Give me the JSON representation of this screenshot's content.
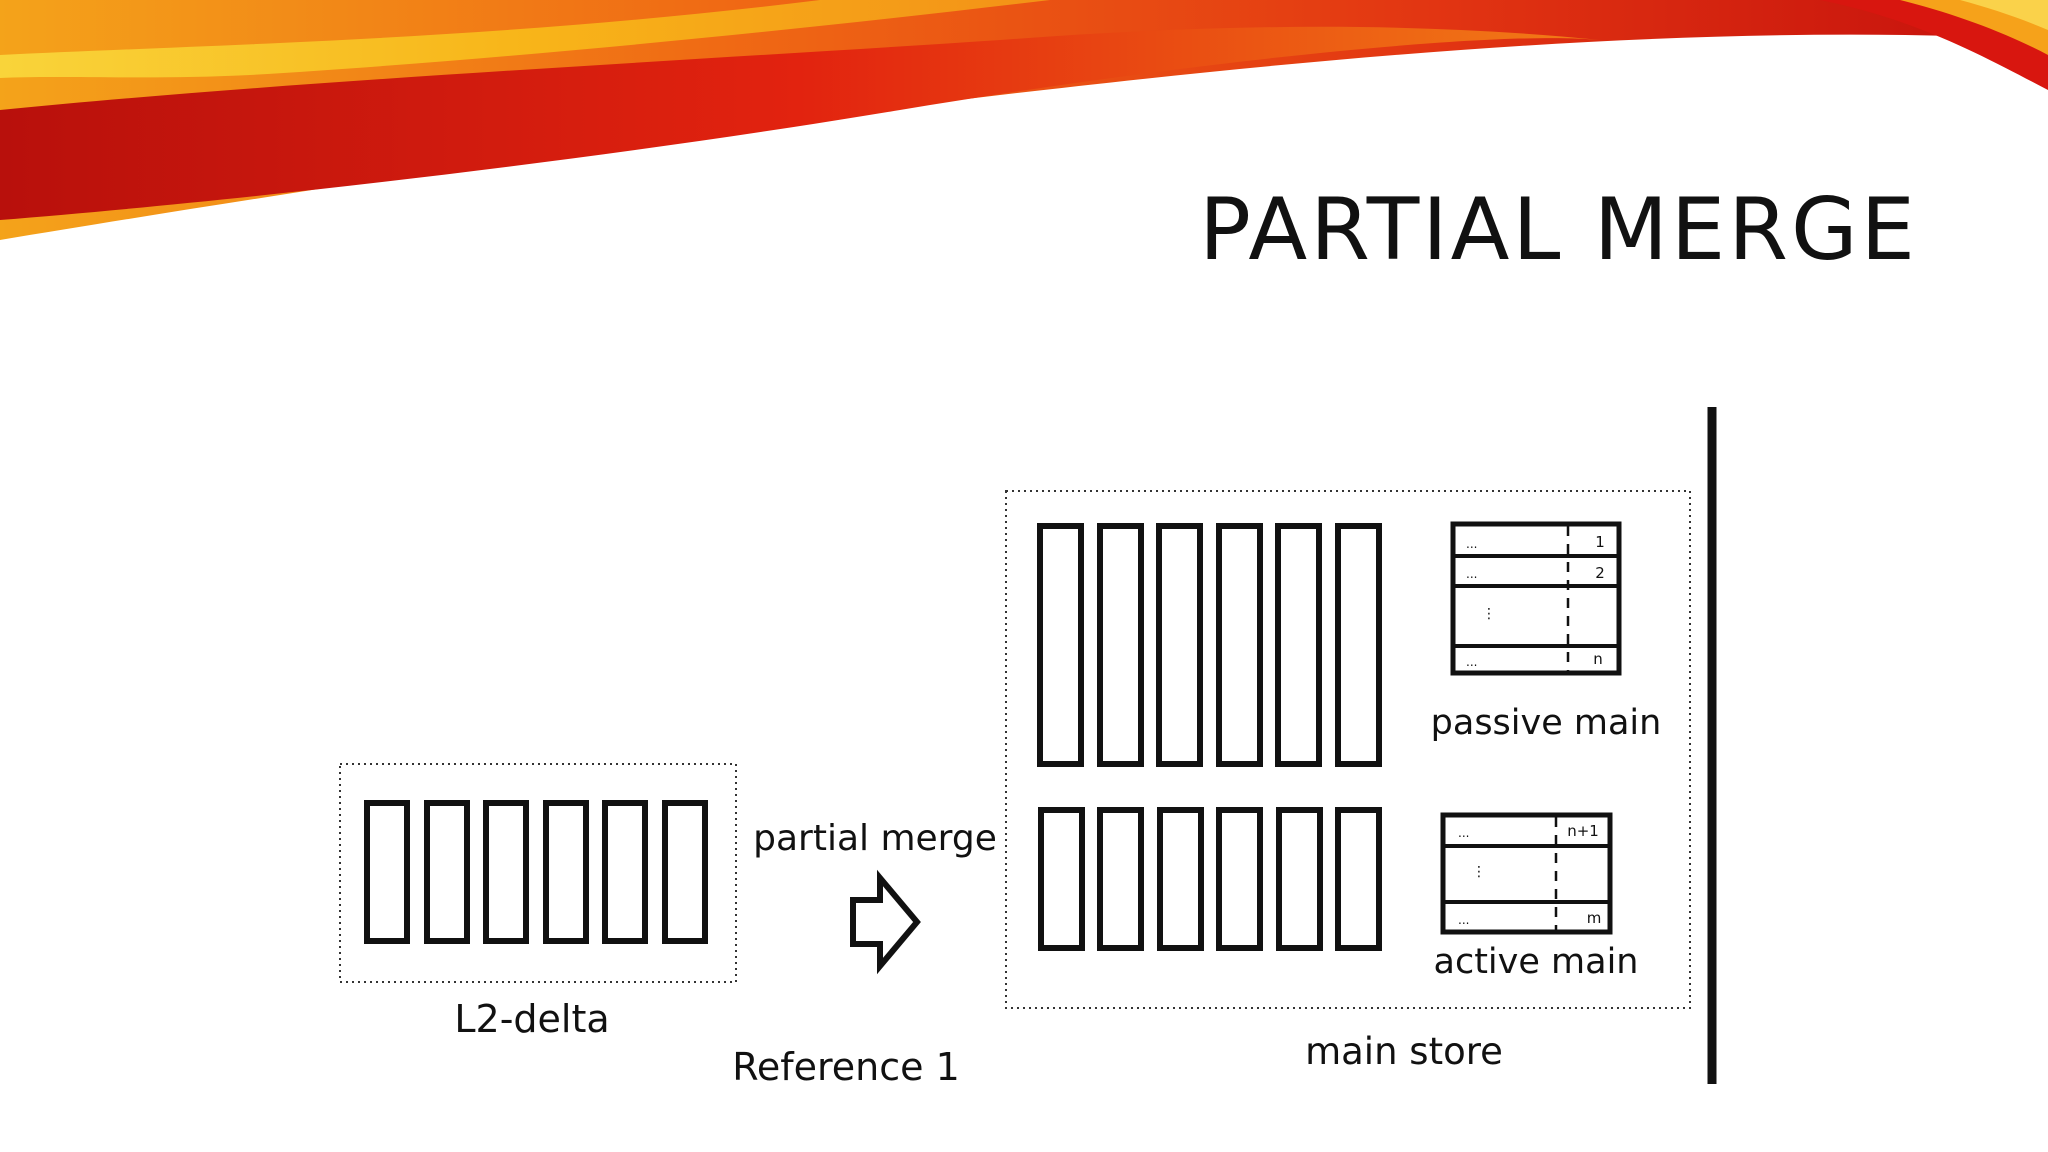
{
  "slide": {
    "title": "PARTIAL MERGE",
    "reference": "Reference 1"
  },
  "diagram": {
    "l2_delta_label": "L2-delta",
    "arrow_label": "partial merge",
    "main_store_label": "main store",
    "passive_main": {
      "label": "passive main",
      "row_labels": [
        "1",
        "2",
        "n"
      ],
      "row_ellipses": [
        "...",
        "...",
        "..."
      ],
      "vertical_ellipsis": "⋮"
    },
    "active_main": {
      "label": "active main",
      "row_labels": [
        "n+1",
        "m"
      ],
      "row_ellipses": [
        "...",
        "..."
      ],
      "vertical_ellipsis": "⋮"
    }
  },
  "colors": {
    "swoosh_red": "#d8160f",
    "swoosh_orange": "#f07a12",
    "swoosh_yellow": "#f9c218",
    "ink": "#111111"
  }
}
